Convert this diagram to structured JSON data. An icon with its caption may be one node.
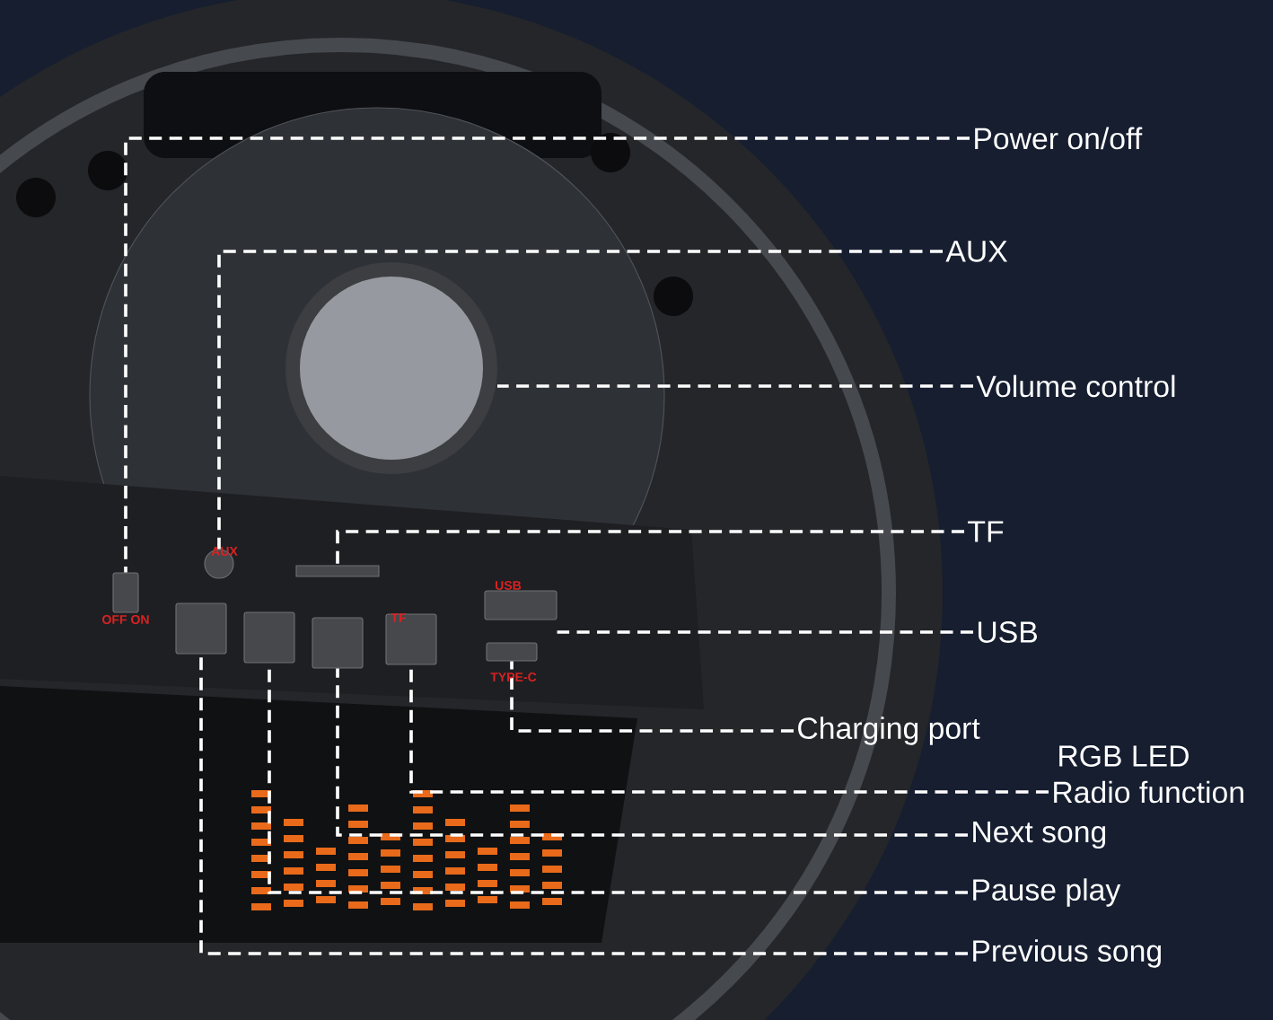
{
  "diagram": {
    "nodes": [
      {
        "text": [
          "Power on/off"
        ]
      },
      {
        "text": [
          "AUX"
        ]
      },
      {
        "text": [
          "Volume control"
        ]
      },
      {
        "text": [
          "TF"
        ]
      },
      {
        "text": [
          "USB"
        ]
      },
      {
        "text": [
          "Charging port"
        ]
      },
      {
        "text": [
          "Radio function"
        ]
      },
      {
        "text": [
          "Next song"
        ]
      },
      {
        "text": [
          "Pause play"
        ]
      },
      {
        "text": [
          "Previous song"
        ]
      },
      {
        "text": [],
        "shape": "box"
      },
      {
        "text": [],
        "shape": "circle"
      },
      {
        "text": [],
        "shape": "circle"
      },
      {
        "text": [],
        "shape": "bar"
      },
      {
        "text": [],
        "shape": "box"
      },
      {
        "text": [],
        "shape": "box"
      },
      {
        "text": [],
        "shape": "box"
      },
      {
        "text": [],
        "shape": "box"
      },
      {
        "text": [],
        "shape": "box"
      },
      {
        "text": [],
        "shape": "box"
      }
    ],
    "edges": [
      {
        "from": 0,
        "to": 10,
        "arrow": "none"
      },
      {
        "from": 1,
        "to": 11,
        "arrow": "none"
      },
      {
        "from": 2,
        "to": 12,
        "arrow": "none"
      },
      {
        "from": 3,
        "to": 13,
        "arrow": "none"
      },
      {
        "from": 4,
        "to": 14,
        "arrow": "none"
      },
      {
        "from": 5,
        "to": 15,
        "arrow": "none"
      },
      {
        "from": 6,
        "to": 19,
        "arrow": "none"
      },
      {
        "from": 7,
        "to": 18,
        "arrow": "none"
      },
      {
        "from": 8,
        "to": 17,
        "arrow": "none"
      },
      {
        "from": 9,
        "to": 16,
        "arrow": "none"
      }
    ],
    "labels": [
      "AUX",
      "USB",
      "TF",
      "OFF ON",
      "TYPE-C",
      "RGB LED"
    ]
  }
}
